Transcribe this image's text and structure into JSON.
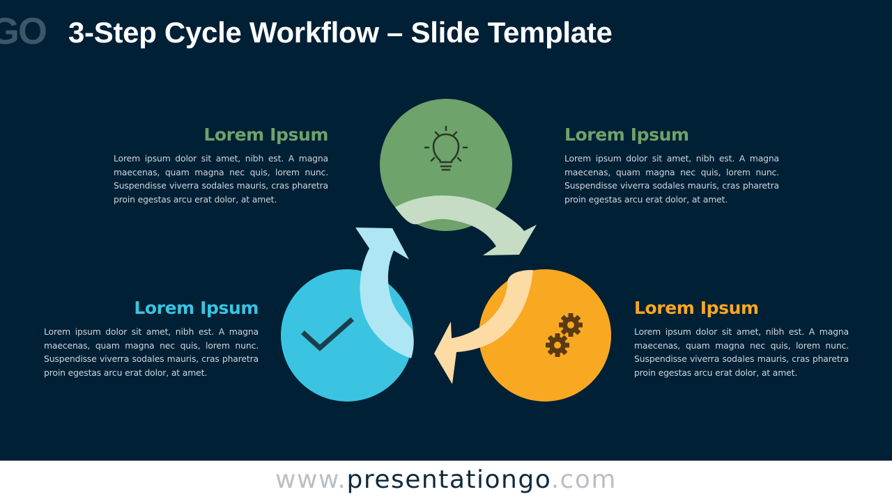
{
  "header": {
    "logo_fragment": "GO",
    "title": "3-Step Cycle Workflow – Slide Template"
  },
  "colors": {
    "background": "#002035",
    "green": "#6ea36b",
    "green_arrow": "#c6dcc5",
    "orange": "#f9a822",
    "orange_arrow": "#fddba5",
    "blue": "#3ac4e1",
    "blue_arrow": "#aee6f4",
    "icon_dark_green": "#2a3a28",
    "icon_dark_orange": "#5a3a10",
    "icon_dark_blue": "#1b3e4a"
  },
  "steps": [
    {
      "id": "top",
      "heading": "Lorem Ipsum",
      "heading_color": "#6ea36b",
      "body": "Lorem ipsum dolor sit amet, nibh est. A magna maecenas, quam magna nec quis, lorem nunc. Suspendisse viverra sodales mauris, cras pharetra proin egestas arcu erat dolor, at amet.",
      "icon": "lightbulb-icon"
    },
    {
      "id": "right",
      "heading": "Lorem Ipsum",
      "heading_color": "#6ea36b",
      "body": "Lorem ipsum dolor sit amet, nibh est. A magna maecenas, quam magna nec quis, lorem nunc. Suspendisse viverra sodales mauris, cras pharetra proin egestas arcu erat dolor, at amet.",
      "icon": "lightbulb-icon"
    },
    {
      "id": "bottom-left",
      "heading": "Lorem Ipsum",
      "heading_color": "#3ac4e1",
      "body": "Lorem ipsum dolor sit amet, nibh est. A magna maecenas, quam magna nec quis, lorem nunc. Suspendisse viverra sodales mauris, cras pharetra proin egestas arcu erat dolor, at amet.",
      "icon": "checkmark-icon"
    },
    {
      "id": "bottom-right",
      "heading": "Lorem Ipsum",
      "heading_color": "#f9a822",
      "body": "Lorem ipsum dolor sit amet, nibh est. A magna maecenas, quam magna nec quis, lorem nunc. Suspendisse viverra sodales mauris, cras pharetra proin egestas arcu erat dolor, at amet.",
      "icon": "gears-icon"
    }
  ],
  "footer": {
    "prefix": "www.",
    "brand": "presentationgo",
    "suffix": ".com"
  }
}
